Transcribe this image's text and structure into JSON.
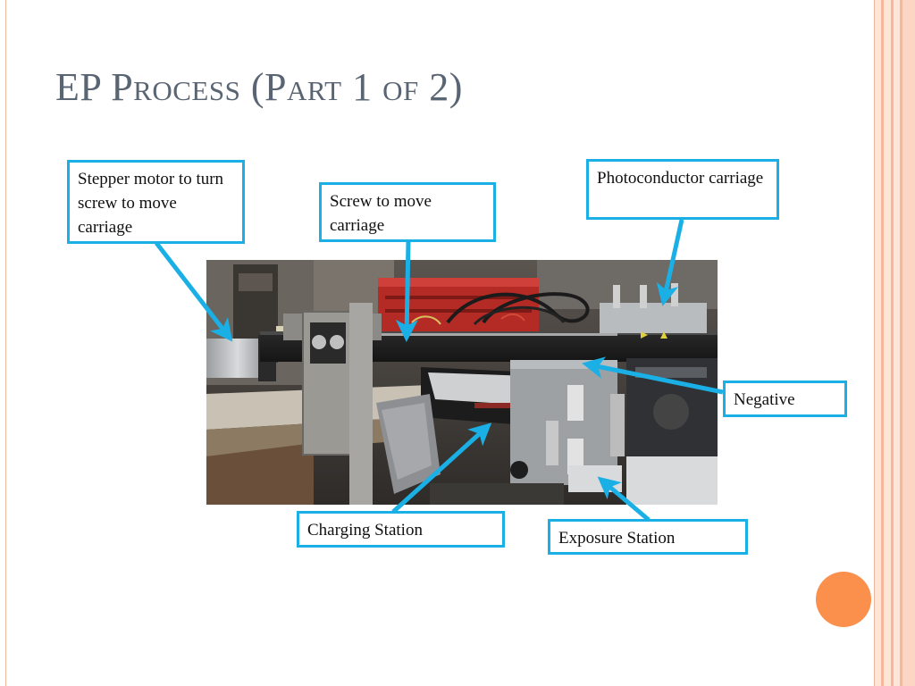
{
  "slide": {
    "title": "EP Process (Part 1 of 2)"
  },
  "callouts": {
    "stepper": "Stepper motor to turn screw to move carriage",
    "screw": "Screw to move carriage",
    "photoconductor": "Photoconductor carriage",
    "negative": "Negative",
    "charging": "Charging Station",
    "exposure": "Exposure Station"
  },
  "colors": {
    "callout_border": "#1ab0e6",
    "arrow": "#1ab0e6",
    "title": "#5a6573",
    "accent_orange": "#fb8f4c",
    "frame_line": "#f1b79c"
  },
  "icons": {
    "photo": "lab-equipment-photo",
    "decoration": "orange-circle"
  }
}
